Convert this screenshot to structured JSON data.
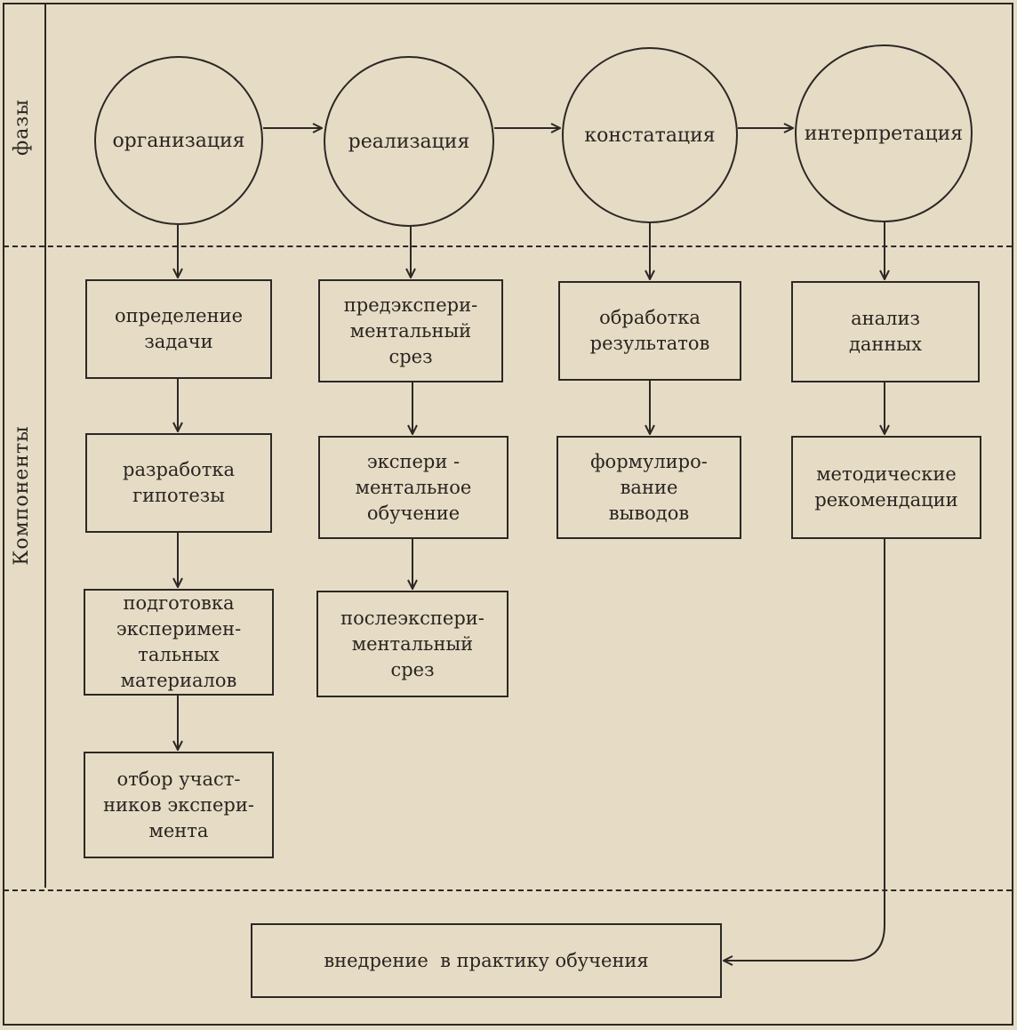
{
  "labels": {
    "phases": "фазы",
    "components": "Компоненты"
  },
  "phases": [
    "организация",
    "реализация",
    "констатация",
    "интерпретация"
  ],
  "components": {
    "col1": [
      "определение\nзадачи",
      "разработка\nгипотезы",
      "подготовка\nэксперимен-\nтальных\nматериалов",
      "отбор участ-\nников экспери-\nмента"
    ],
    "col2": [
      "предэкспери-\nментальный\nсрез",
      "экспери -\nментальное\nобучение",
      "послеэкспери-\nментальный\nсрез"
    ],
    "col3": [
      "обработка\nрезультатов",
      "формулиро-\nвание\nвыводов"
    ],
    "col4": [
      "анализ\nданных",
      "методические\nрекомендации"
    ]
  },
  "outcome": "внедрение  в практику обучения",
  "colors": {
    "paper": "#e6dcc6",
    "ink": "#2c2824"
  }
}
